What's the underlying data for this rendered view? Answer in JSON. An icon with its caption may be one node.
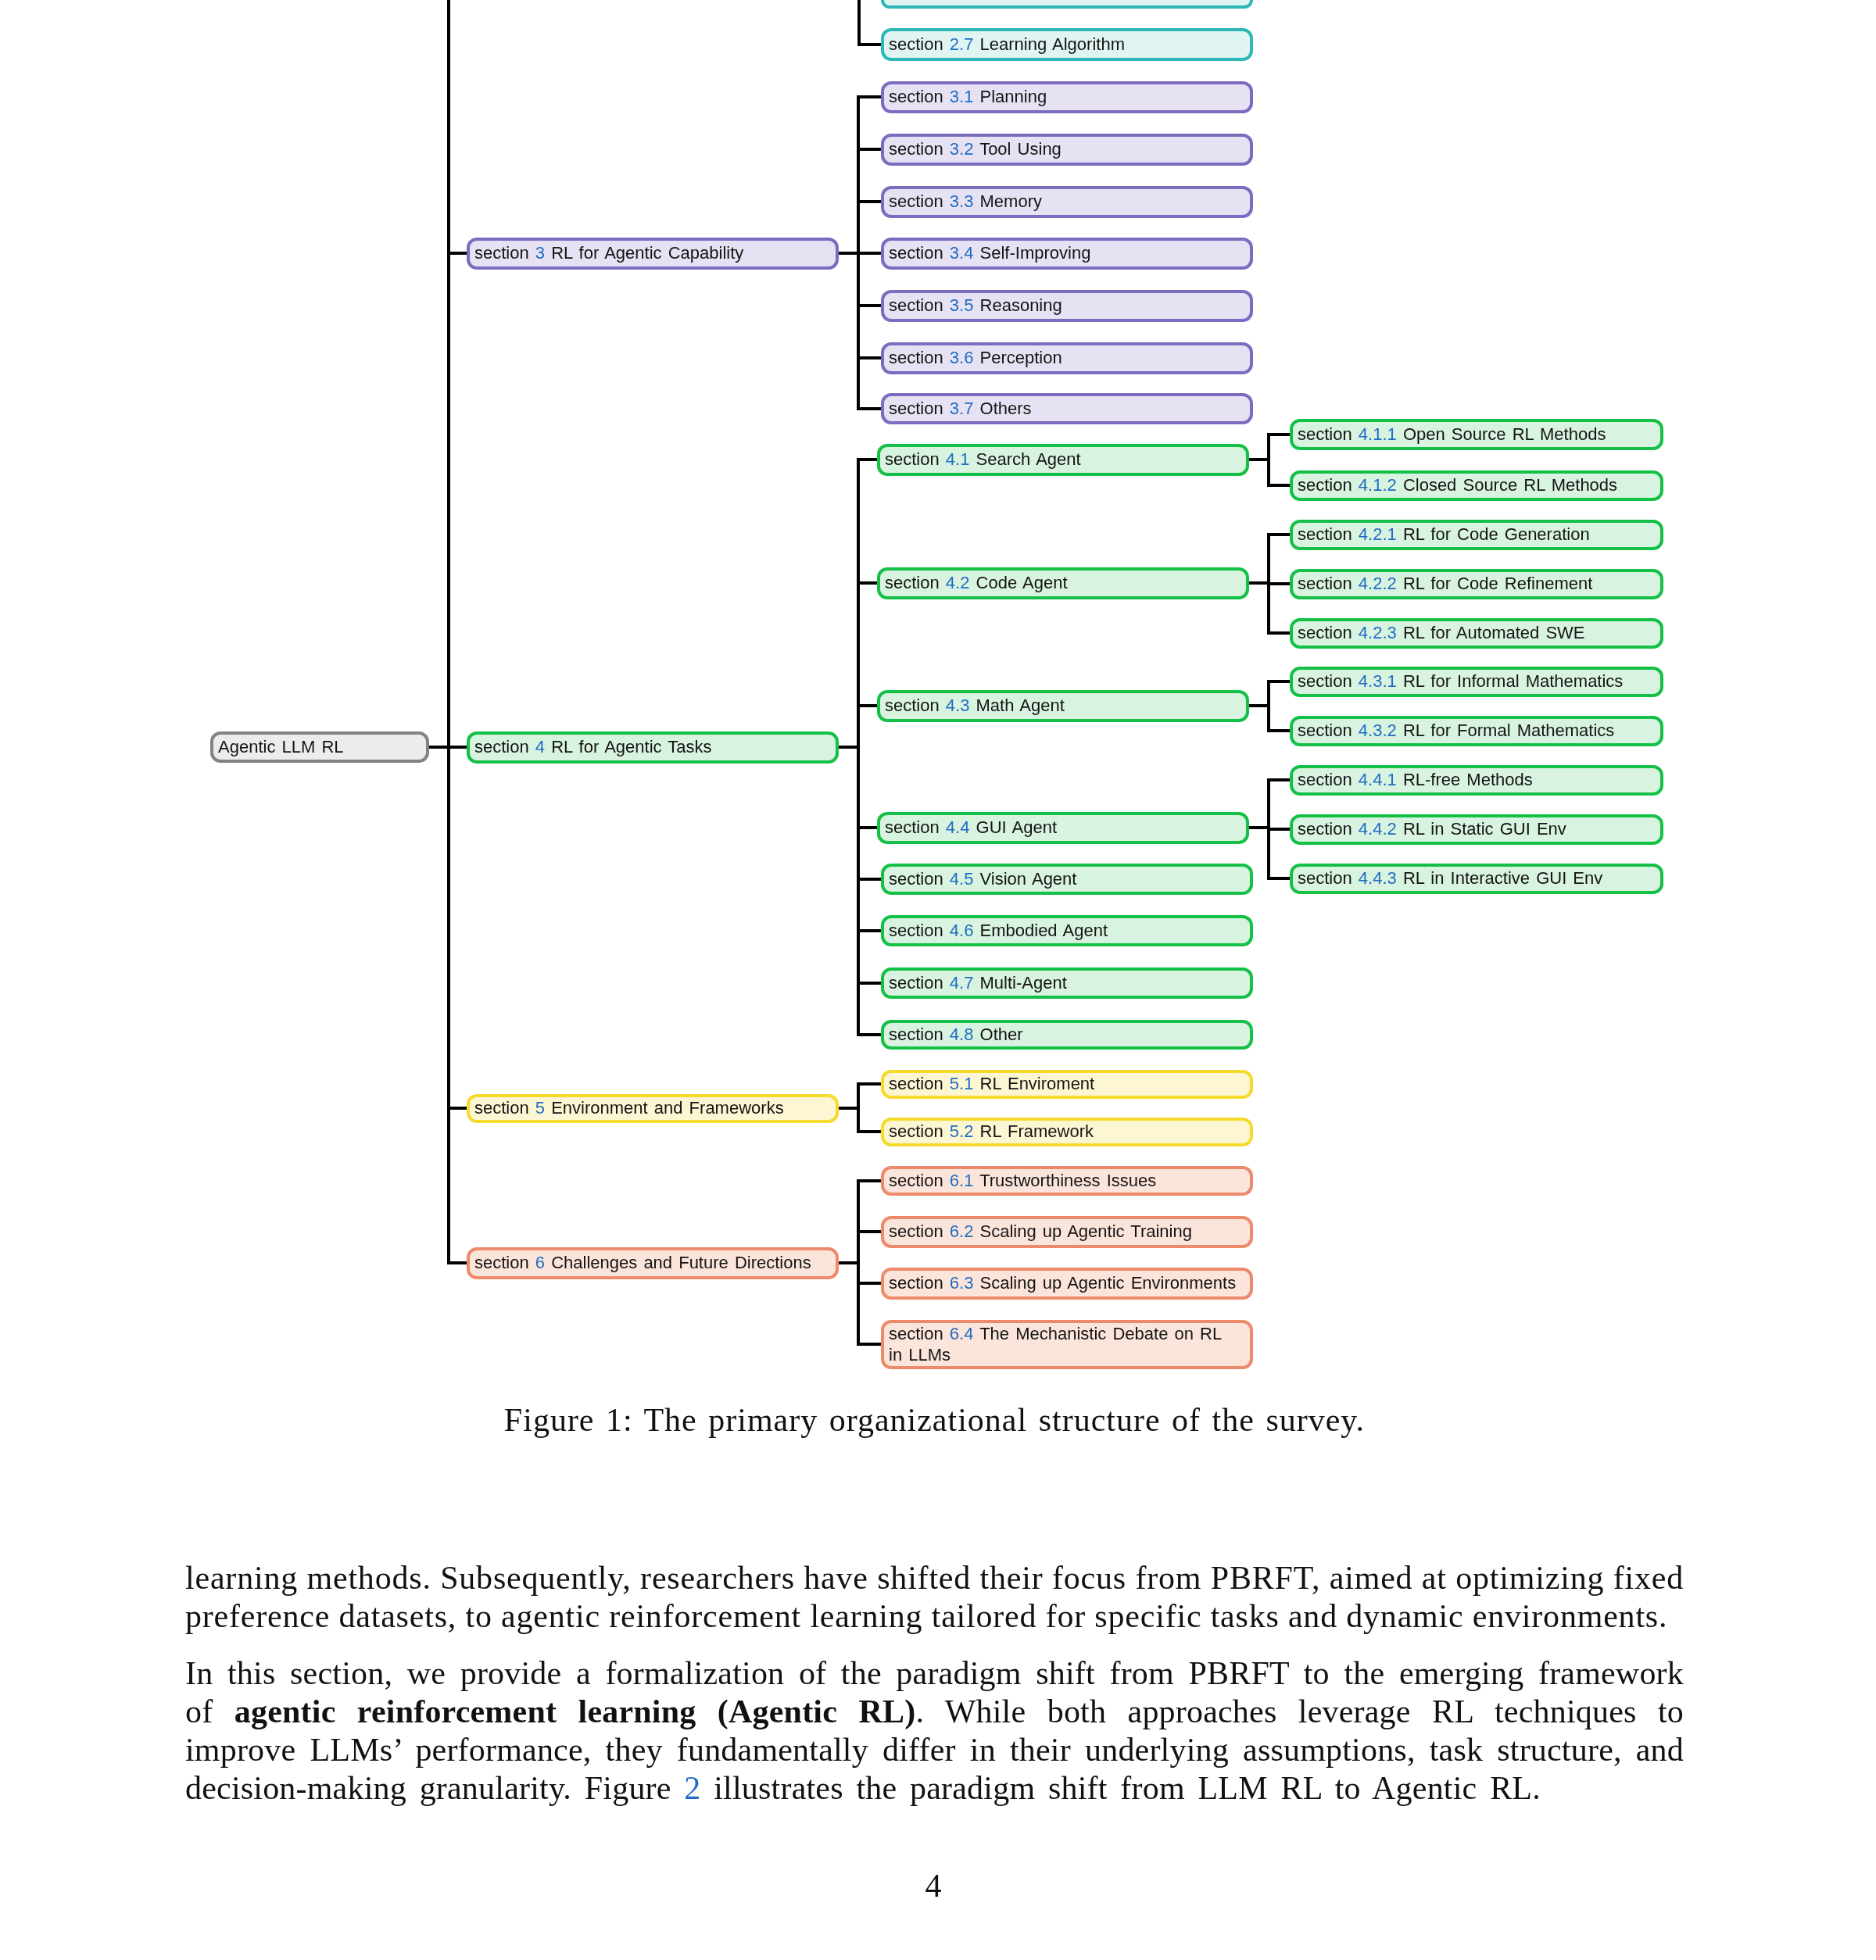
{
  "diagram": {
    "caption": "Figure 1: The primary organizational structure of the survey.",
    "nodes": [
      {
        "text": [
          "Agentic LLM RL"
        ]
      },
      {
        "text": [],
        "shape": "box"
      },
      {
        "text": [
          "section 2.7 Learning Algorithm"
        ]
      },
      {
        "text": [
          "section 3 RL for Agentic Capability"
        ]
      },
      {
        "text": [
          "section 3.1 Planning"
        ]
      },
      {
        "text": [
          "section 3.2 Tool Using"
        ]
      },
      {
        "text": [
          "section 3.3 Memory"
        ]
      },
      {
        "text": [
          "section 3.4 Self-Improving"
        ]
      },
      {
        "text": [
          "section 3.5 Reasoning"
        ]
      },
      {
        "text": [
          "section 3.6 Perception"
        ]
      },
      {
        "text": [
          "section 3.7 Others"
        ]
      },
      {
        "text": [
          "section 4 RL for Agentic Tasks"
        ]
      },
      {
        "text": [
          "section 4.1 Search Agent"
        ]
      },
      {
        "text": [
          "section 4.1.1 Open Source RL Methods"
        ]
      },
      {
        "text": [
          "section 4.1.2 Closed Source RL Methods"
        ]
      },
      {
        "text": [
          "section 4.2 Code Agent"
        ]
      },
      {
        "text": [
          "section 4.2.1 RL for Code Generation"
        ]
      },
      {
        "text": [
          "section 4.2.2 RL for Code Refinement"
        ]
      },
      {
        "text": [
          "section 4.2.3 RL for Automated SWE"
        ]
      },
      {
        "text": [
          "section 4.3 Math Agent"
        ]
      },
      {
        "text": [
          "section 4.3.1 RL for Informal Mathematics"
        ]
      },
      {
        "text": [
          "section 4.3.2 RL for Formal Mathematics"
        ]
      },
      {
        "text": [
          "section 4.4 GUI Agent"
        ]
      },
      {
        "text": [
          "section 4.4.1 RL-free Methods"
        ]
      },
      {
        "text": [
          "section 4.4.2 RL in Static GUI Env"
        ]
      },
      {
        "text": [
          "section 4.4.3 RL in Interactive GUI Env"
        ]
      },
      {
        "text": [
          "section 4.5 Vision Agent"
        ]
      },
      {
        "text": [
          "section 4.6 Embodied Agent"
        ]
      },
      {
        "text": [
          "section 4.7 Multi-Agent"
        ]
      },
      {
        "text": [
          "section 4.8 Other"
        ]
      },
      {
        "text": [
          "section 5 Environment and Frameworks"
        ]
      },
      {
        "text": [
          "section 5.1 RL Enviroment"
        ]
      },
      {
        "text": [
          "section 5.2 RL Framework"
        ]
      },
      {
        "text": [
          "section 6 Challenges and Future Directions"
        ]
      },
      {
        "text": [
          "section 6.1 Trustworthiness Issues"
        ]
      },
      {
        "text": [
          "section 6.2 Scaling up Agentic Training"
        ]
      },
      {
        "text": [
          "section 6.3 Scaling up Agentic Environments"
        ]
      },
      {
        "text": [
          "section 6.4 The Mechanistic Debate on RL in LLMs"
        ]
      }
    ],
    "edges": [
      {
        "from": 0,
        "to": null,
        "arrow": "none"
      },
      {
        "from": 1,
        "to": 2,
        "arrow": "none"
      },
      {
        "from": 0,
        "to": 3,
        "arrow": "none"
      },
      {
        "from": 0,
        "to": 11,
        "arrow": "none"
      },
      {
        "from": 0,
        "to": 30,
        "arrow": "none"
      },
      {
        "from": 0,
        "to": 33,
        "arrow": "none"
      },
      {
        "from": 3,
        "to": 4,
        "arrow": "none"
      },
      {
        "from": 3,
        "to": 5,
        "arrow": "none"
      },
      {
        "from": 3,
        "to": 6,
        "arrow": "none"
      },
      {
        "from": 3,
        "to": 7,
        "arrow": "none"
      },
      {
        "from": 3,
        "to": 8,
        "arrow": "none"
      },
      {
        "from": 3,
        "to": 9,
        "arrow": "none"
      },
      {
        "from": 3,
        "to": 10,
        "arrow": "none"
      },
      {
        "from": 11,
        "to": 12,
        "arrow": "none"
      },
      {
        "from": 11,
        "to": 15,
        "arrow": "none"
      },
      {
        "from": 11,
        "to": 19,
        "arrow": "none"
      },
      {
        "from": 11,
        "to": 22,
        "arrow": "none"
      },
      {
        "from": 11,
        "to": 26,
        "arrow": "none"
      },
      {
        "from": 11,
        "to": 27,
        "arrow": "none"
      },
      {
        "from": 11,
        "to": 28,
        "arrow": "none"
      },
      {
        "from": 11,
        "to": 29,
        "arrow": "none"
      },
      {
        "from": 12,
        "to": 13,
        "arrow": "none"
      },
      {
        "from": 12,
        "to": 14,
        "arrow": "none"
      },
      {
        "from": 15,
        "to": 16,
        "arrow": "none"
      },
      {
        "from": 15,
        "to": 17,
        "arrow": "none"
      },
      {
        "from": 15,
        "to": 18,
        "arrow": "none"
      },
      {
        "from": 19,
        "to": 20,
        "arrow": "none"
      },
      {
        "from": 19,
        "to": 21,
        "arrow": "none"
      },
      {
        "from": 22,
        "to": 23,
        "arrow": "none"
      },
      {
        "from": 22,
        "to": 24,
        "arrow": "none"
      },
      {
        "from": 22,
        "to": 25,
        "arrow": "none"
      },
      {
        "from": 30,
        "to": 31,
        "arrow": "none"
      },
      {
        "from": 30,
        "to": 32,
        "arrow": "none"
      },
      {
        "from": 33,
        "to": 34,
        "arrow": "none"
      },
      {
        "from": 33,
        "to": 35,
        "arrow": "none"
      },
      {
        "from": 33,
        "to": 36,
        "arrow": "none"
      },
      {
        "from": 33,
        "to": 37,
        "arrow": "none"
      }
    ],
    "labels": [
      "learning methods. Subsequently, researchers have shifted their focus from PBRFT, aimed at optimizing fixed preference datasets, to agentic reinforcement learning tailored for specific tasks and dynamic environments.",
      "In this section, we provide a formalization of the paradigm shift from PBRFT to the emerging framework of **agentic reinforcement learning (Agentic RL)**. While both approaches leverage RL techniques to improve LLMs’ performance, they fundamentally differ in their underlying assumptions, task structure, and decision-making granularity. Figure 2 illustrates the paradigm shift from LLM RL to Agentic RL.",
      "4"
    ]
  }
}
